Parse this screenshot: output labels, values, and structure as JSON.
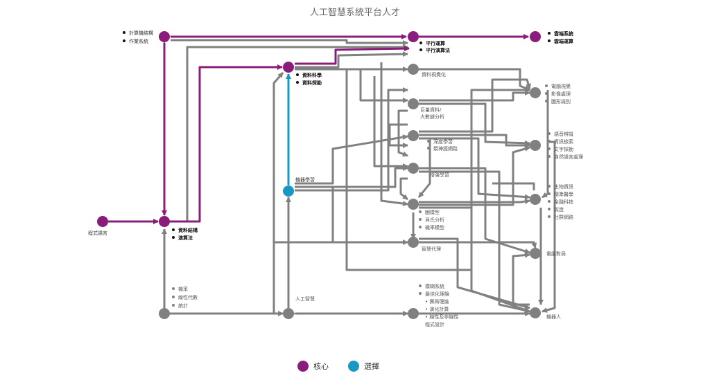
{
  "title": "人工智慧系統平台人才",
  "legend": {
    "core": "核心",
    "elective": "選擇"
  },
  "colors": {
    "core": "#8a1c7c",
    "elective": "#1a97c2",
    "other": "#808080"
  },
  "nodes": {
    "programming": {
      "type": "core",
      "labels": [
        "程式語言"
      ]
    },
    "architecture": {
      "type": "core",
      "labels": [
        "計算機結構",
        "作業系統"
      ]
    },
    "parallel": {
      "type": "core",
      "labels": [
        "平行運算",
        "平行演算法"
      ]
    },
    "cloud": {
      "type": "core",
      "labels": [
        "雲端系統",
        "雲端運算"
      ]
    },
    "datascience": {
      "type": "core",
      "labels": [
        "資料科學",
        "資料探勘"
      ]
    },
    "datastructure": {
      "type": "core",
      "labels": [
        "資料結構",
        "演算法"
      ]
    },
    "ml": {
      "type": "elective",
      "labels": [
        "機器學習"
      ]
    },
    "math": {
      "type": "other",
      "labels": [
        "機率",
        "線性代數",
        "統計"
      ]
    },
    "ai": {
      "type": "other",
      "labels": [
        "人工智慧"
      ]
    },
    "visualization": {
      "type": "other",
      "labels": [
        "資料視覺化"
      ]
    },
    "bigdata": {
      "type": "other",
      "labels": [
        "巨量資料/",
        "大數據分析"
      ]
    },
    "deeplearning": {
      "type": "other",
      "labels": [
        "深度學習",
        "類神經網路"
      ]
    },
    "reinforcement": {
      "type": "other",
      "labels": [
        "增強學習"
      ]
    },
    "graphical": {
      "type": "other",
      "labels": [
        "圖模型",
        "貝氏分析",
        "機率模型"
      ]
    },
    "agent": {
      "type": "other",
      "labels": [
        "智慧代理"
      ]
    },
    "fuzzy": {
      "type": "other",
      "labels": [
        "模糊系統",
        "最佳化理論",
        "• 賽局理論",
        "• 演化計算",
        "• 線性及非線性",
        "   程式設計"
      ]
    },
    "vision": {
      "type": "other",
      "labels": [
        "電腦視覺",
        "影像處理",
        "圖形識別"
      ]
    },
    "nlp": {
      "type": "other",
      "labels": [
        "語音辨識",
        "資訊檢索",
        "文字探勘",
        "自然語言處理"
      ]
    },
    "bio": {
      "type": "other",
      "labels": [
        "生物資訊",
        "精準醫學",
        "金融科技",
        "製造",
        "社群網路"
      ]
    },
    "game": {
      "type": "other",
      "labels": [
        "電腦對局"
      ]
    },
    "robot": {
      "type": "other",
      "labels": [
        "機器人"
      ]
    }
  }
}
